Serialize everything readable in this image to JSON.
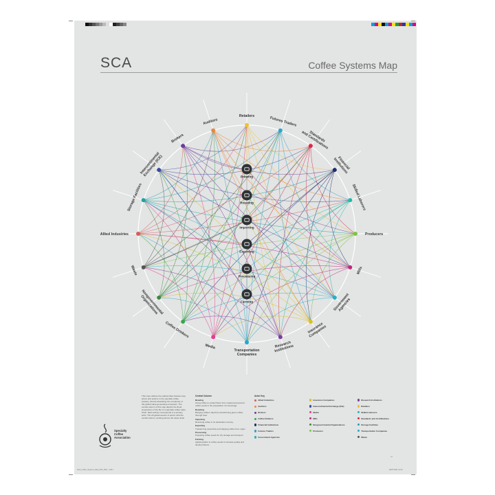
{
  "header": {
    "logo_text": "SCA",
    "title": "Coffee Systems Map"
  },
  "colors": {
    "background": "#e3e4e4",
    "node_colors": {
      "Auditors": "#e8883a",
      "Retailers": "#f2c12e",
      "Futures Traders": "#2ea6c8",
      "Standards and Certifications": "#d92b4b",
      "Financial Institutions": "#1f2e6b",
      "Skilled Laborers": "#23b9a8",
      "Producers": "#7dc444",
      "Mills": "#c02a7d",
      "Government Agencies": "#25b0c9",
      "Insurance Companies": "#d9c21e",
      "Research Institutions": "#7b3f9e",
      "Transportation Companies": "#29a6c6",
      "Media": "#e43c8f",
      "Coffee Drinkers": "#38a84a",
      "Nongovernmental Organizations": "#3d8a3d",
      "Waste": "#555555",
      "Allied Industries": "#d85c5c",
      "Storage Facilities": "#1fa3a3",
      "Intercontinental Exchange (ICE)": "#3a4aa0",
      "Brokers": "#6a3d9a"
    }
  },
  "nodes": [
    {
      "label": "Retailers",
      "lines": [
        "Retailers"
      ]
    },
    {
      "label": "Futures Traders",
      "lines": [
        "Futures Traders"
      ]
    },
    {
      "label": "Standards and Certifications",
      "lines": [
        "Standards",
        "and Certifications"
      ]
    },
    {
      "label": "Financial Institutions",
      "lines": [
        "Financial",
        "Institutions"
      ]
    },
    {
      "label": "Skilled Laborers",
      "lines": [
        "Skilled Laborers"
      ]
    },
    {
      "label": "Producers",
      "lines": [
        "Producers"
      ]
    },
    {
      "label": "Mills",
      "lines": [
        "Mills"
      ]
    },
    {
      "label": "Government Agencies",
      "lines": [
        "Government",
        "Agencies"
      ]
    },
    {
      "label": "Insurance Companies",
      "lines": [
        "Insurance",
        "Companies"
      ]
    },
    {
      "label": "Research Institutions",
      "lines": [
        "Research",
        "Institutions"
      ]
    },
    {
      "label": "Transportation Companies",
      "lines": [
        "Transportation",
        "Companies"
      ]
    },
    {
      "label": "Media",
      "lines": [
        "Media"
      ]
    },
    {
      "label": "Coffee Drinkers",
      "lines": [
        "Coffee Drinkers"
      ]
    },
    {
      "label": "Nongovernmental Organizations",
      "lines": [
        "Nongovernmental",
        "Organizations"
      ]
    },
    {
      "label": "Waste",
      "lines": [
        "Waste"
      ]
    },
    {
      "label": "Allied Industries",
      "lines": [
        "Allied Industries"
      ]
    },
    {
      "label": "Storage Facilities",
      "lines": [
        "Storage Facilities"
      ]
    },
    {
      "label": "Intercontinental Exchange (ICE)",
      "lines": [
        "Intercontinental",
        "Exchange (ICE)"
      ]
    },
    {
      "label": "Brokers",
      "lines": [
        "Brokers"
      ]
    },
    {
      "label": "Auditors",
      "lines": [
        "Auditors"
      ]
    }
  ],
  "central_column": [
    {
      "label": "Brewing",
      "icon": "brewing-icon"
    },
    {
      "label": "Roasting",
      "icon": "roasting-icon"
    },
    {
      "label": "Importing",
      "icon": "importing-icon"
    },
    {
      "label": "Exporting",
      "icon": "exporting-icon"
    },
    {
      "label": "Processing",
      "icon": "processing-icon"
    },
    {
      "label": "Farming",
      "icon": "farming-icon"
    }
  ],
  "legend": {
    "intro": "This map outlines the relationships between key actors and actions in the specialty coffee industry, thereby illustrating the complexity of this global value-generating ecosystem. The central column of this map depicts the linear progression of the life of a specialty coffee value chain. Each activity corresponds to a primary actor. The 20 global sectors of actors orbit the central column, working across the value chain.",
    "central_column_head": "Central Column",
    "central_items": [
      {
        "title": "Brewing",
        "text": "Using coffee to extract flavor from roasted and ground coffee seeds in the preparation of a beverage."
      },
      {
        "title": "Roasting",
        "text": "Bringing coffee's depth by transforming green coffee through heat."
      },
      {
        "title": "Importing",
        "text": "Receiving coffee in its destination country."
      },
      {
        "title": "Exporting",
        "text": "Transferring ownership and shipping coffee from origin."
      },
      {
        "title": "Processing",
        "text": "Preparing coffee seeds for dry storage and transport."
      },
      {
        "title": "Farming",
        "text": "Applying labor to coffee seeds to increase quality and develop flavors."
      }
    ],
    "actor_key_head": "Actor Key",
    "actor_col1": [
      "Allied Industries",
      "Auditors",
      "Brokers",
      "Coffee Drinkers",
      "Financial Institutions",
      "Futures Traders",
      "Government Agencies"
    ],
    "actor_col2": [
      "Insurance Companies",
      "Intercontinental Exchange (ICE)",
      "Media",
      "Mills",
      "Nongovernmental Organizations",
      "Producers"
    ],
    "actor_col3": [
      "Research Institutions",
      "Retailers",
      "Skilled Laborers",
      "Standards and Certifications",
      "Storage Facilities",
      "Transportation Companies",
      "Waste"
    ]
  },
  "brand": {
    "line1": "Specialty",
    "line2": "Coffee",
    "line3": "Association"
  },
  "footer": {
    "left": "SCA_Coffee_Systems_Map_PDF_460x...indd 1",
    "right": "26/07/2021 12:29",
    "page": "a1"
  }
}
